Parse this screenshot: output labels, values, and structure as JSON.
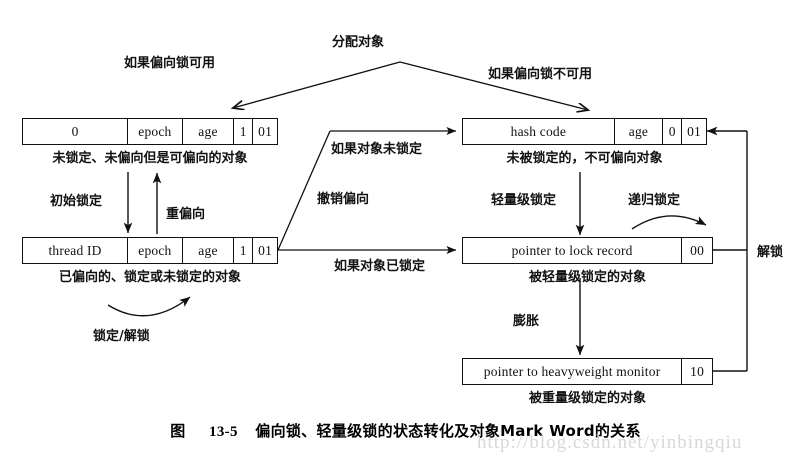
{
  "figure": {
    "caption_prefix": "图",
    "caption_number": "13-5",
    "caption_text": "偏向锁、轻量级锁的状态转化及对象Mark Word的关系",
    "watermark": "http://blog.csdn.net/yinbingqiu",
    "line_color": "#111111",
    "background": "#ffffff"
  },
  "boxes": {
    "biasable": {
      "cells": [
        "0",
        "epoch",
        "age",
        "1",
        "01"
      ],
      "caption": "未锁定、未偏向但是可偏向的对象"
    },
    "hashcode": {
      "cells": [
        "hash code",
        "age",
        "0",
        "01"
      ],
      "caption": "未被锁定的，不可偏向对象"
    },
    "biased": {
      "cells": [
        "thread ID",
        "epoch",
        "age",
        "1",
        "01"
      ],
      "caption": "已偏向的、锁定或未锁定的对象"
    },
    "lightweight": {
      "cells": [
        "pointer to lock record",
        "00"
      ],
      "caption": "被轻量级锁定的对象"
    },
    "heavyweight": {
      "cells": [
        "pointer to heavyweight monitor",
        "10"
      ],
      "caption": "被重量级锁定的对象"
    }
  },
  "edges": {
    "allocate": "分配对象",
    "bias_available": "如果偏向锁可用",
    "bias_unavailable": "如果偏向锁不可用",
    "initial_lock": "初始锁定",
    "rebias": "重偏向",
    "lock_unlock": "锁定/解锁",
    "revoke_bias": "撤销偏向",
    "object_unlocked": "如果对象未锁定",
    "object_locked": "如果对象已锁定",
    "lightweight_lock": "轻量级锁定",
    "recursive_lock": "递归锁定",
    "inflate": "膨胀",
    "unlock": "解锁"
  }
}
